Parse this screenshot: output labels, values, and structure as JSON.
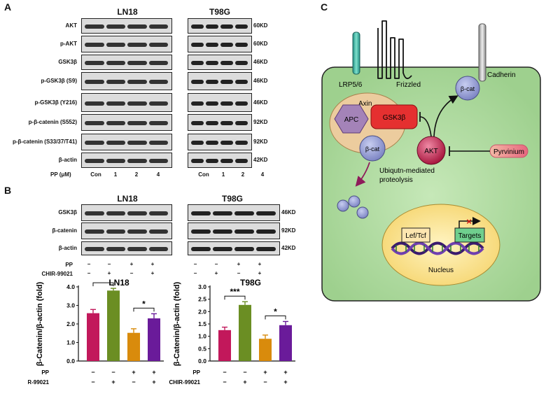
{
  "panels": {
    "a": "A",
    "b": "B",
    "c": "C"
  },
  "panel_a": {
    "cell_lines": [
      "LN18",
      "T98G"
    ],
    "rows": [
      "AKT",
      "p-AKT",
      "GSK3β",
      "p-GSK3β (S9)",
      "p-GSK3β (Y216)",
      "p-β-catenin (S552)",
      "p-β-catenin (S33/37/T41)",
      "β-actin"
    ],
    "kd": [
      "60KD",
      "60KD",
      "46KD",
      "46KD",
      "46KD",
      "92KD",
      "92KD",
      "42KD"
    ],
    "pp_label": "PP (μM)",
    "lanes": [
      "Con",
      "1",
      "2",
      "4"
    ]
  },
  "panel_b": {
    "cell_lines": [
      "LN18",
      "T98G"
    ],
    "rows": [
      "GSK3β",
      "β-catenin",
      "β-actin"
    ],
    "kd": [
      "46KD",
      "92KD",
      "42KD"
    ],
    "pp_label": "PP",
    "chir_label": "CHIR-99021",
    "pp_signs": [
      "−",
      "−",
      "+",
      "+"
    ],
    "chir_signs": [
      "−",
      "+",
      "−",
      "+"
    ]
  },
  "chart_data": [
    {
      "type": "bar",
      "title": "LN18",
      "ylabel": "β-Catenin/β-actin (fold)",
      "ylim": [
        0,
        4.0
      ],
      "yticks": [
        "0.0",
        "1.0",
        "2.0",
        "3.0",
        "4.0"
      ],
      "values": [
        2.58,
        3.8,
        1.52,
        2.3
      ],
      "errors": [
        0.2,
        0.12,
        0.22,
        0.25
      ],
      "colors": [
        "#c2185b",
        "#6b8e23",
        "#d98b0c",
        "#6a1b9a"
      ],
      "pp": [
        "−",
        "−",
        "+",
        "+"
      ],
      "chir": [
        "−",
        "+",
        "−",
        "+"
      ],
      "significance": [
        {
          "pair": [
            0,
            1
          ],
          "label": "**"
        },
        {
          "pair": [
            2,
            3
          ],
          "label": "*"
        }
      ]
    },
    {
      "type": "bar",
      "title": "T98G",
      "ylabel": "β-Catenin/β-actin (fold)",
      "ylim": [
        0,
        3.0
      ],
      "yticks": [
        "0.0",
        "0.5",
        "1.0",
        "1.5",
        "2.0",
        "2.5",
        "3.0"
      ],
      "values": [
        1.25,
        2.27,
        0.9,
        1.45
      ],
      "errors": [
        0.12,
        0.13,
        0.15,
        0.15
      ],
      "colors": [
        "#c2185b",
        "#6b8e23",
        "#d98b0c",
        "#6a1b9a"
      ],
      "pp": [
        "−",
        "−",
        "+",
        "+"
      ],
      "chir": [
        "−",
        "+",
        "−",
        "+"
      ],
      "significance": [
        {
          "pair": [
            0,
            1
          ],
          "label": "***"
        },
        {
          "pair": [
            2,
            3
          ],
          "label": "*"
        }
      ]
    }
  ],
  "panel_c": {
    "lrp": "LRP5/6",
    "frizzled": "Frizzled",
    "cadherin": "Cadherin",
    "axin": "Axin",
    "apc": "APC",
    "gsk": "GSK3β",
    "bcat": "β-cat",
    "akt": "AKT",
    "pyrvinium": "Pyrvinium",
    "ubiq1": "Ubiqutn-mediated",
    "ubiq2": "proteolysis",
    "leftcf": "Lef/Tcf",
    "targets": "Targets",
    "nucleus": "Nucleus",
    "cell_color": "#9ed08e"
  }
}
